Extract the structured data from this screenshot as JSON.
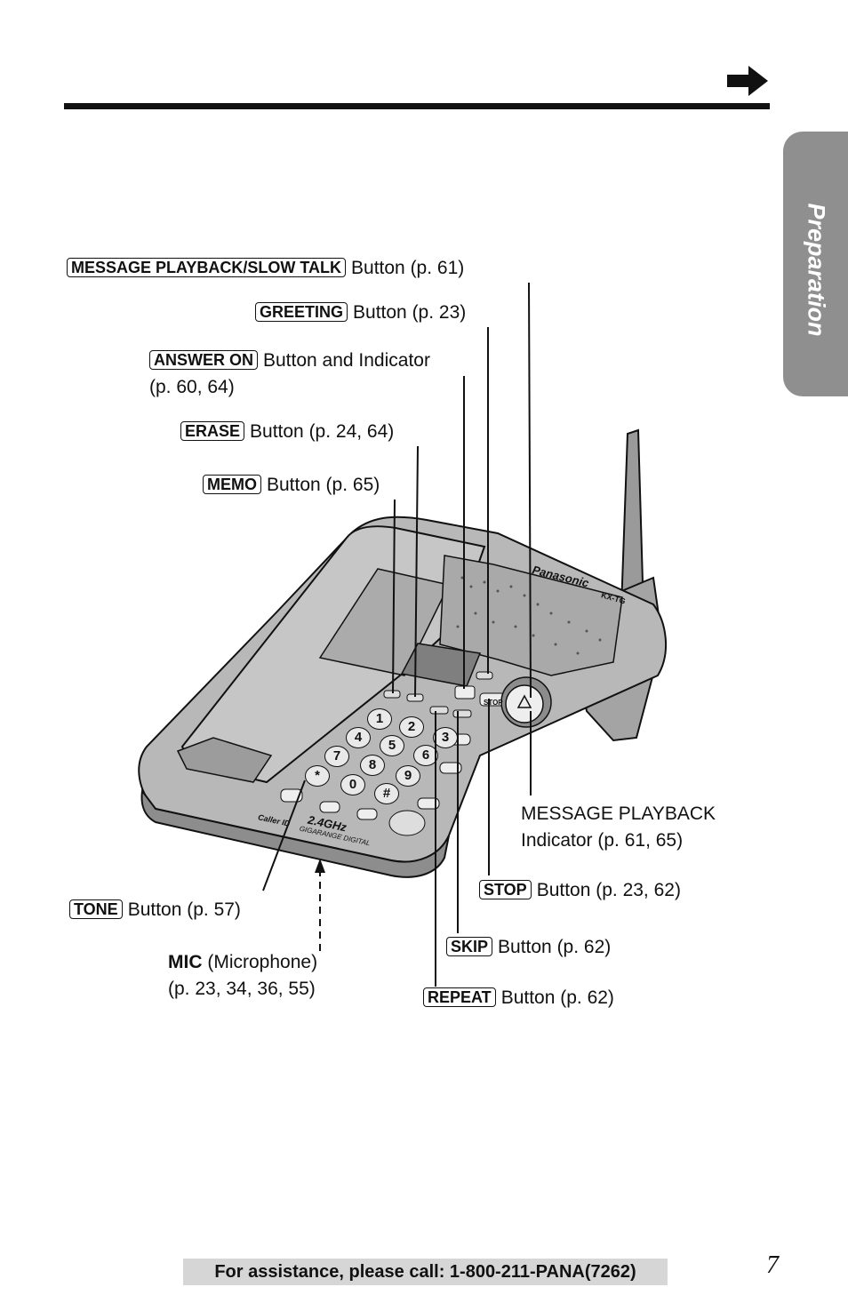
{
  "header": {
    "arrow_icon": "right-arrow-icon"
  },
  "section_tab": {
    "label": "Preparation"
  },
  "callouts": {
    "message_playback": {
      "key": "MESSAGE PLAYBACK/SLOW TALK",
      "text": "Button (p. 61)"
    },
    "greeting": {
      "key": "GREETING",
      "text": "Button (p. 23)"
    },
    "answer_on": {
      "key": "ANSWER ON",
      "text": "Button and Indicator",
      "text2": "(p. 60, 64)"
    },
    "erase": {
      "key": "ERASE",
      "text": "Button (p. 24, 64)"
    },
    "memo": {
      "key": "MEMO",
      "text": "Button (p. 65)"
    },
    "msg_indicator": {
      "line1": "MESSAGE PLAYBACK",
      "line2": "Indicator (p. 61, 65)"
    },
    "stop": {
      "key": "STOP",
      "text": "Button (p. 23, 62)"
    },
    "skip": {
      "key": "SKIP",
      "text": "Button (p. 62)"
    },
    "repeat": {
      "key": "REPEAT",
      "text": "Button (p. 62)"
    },
    "tone": {
      "key": "TONE",
      "text": "Button (p. 57)"
    },
    "mic": {
      "bold": "MIC",
      "text": "(Microphone)",
      "text2": "(p. 23, 34, 36, 55)"
    }
  },
  "device": {
    "brand": "Panasonic",
    "model": "KX-TG",
    "keypad": [
      "1",
      "2",
      "3",
      "4",
      "5",
      "6",
      "7",
      "8",
      "9",
      "*",
      "0",
      "#"
    ],
    "badge": "2.4GHz",
    "badge_sub": "GIGARANGE DIGITAL",
    "caller_id": "Caller ID",
    "stop_label": "STOP"
  },
  "footer": {
    "assistance": "For assistance, please call: 1-800-211-PANA(7262)"
  },
  "page_number": "7"
}
